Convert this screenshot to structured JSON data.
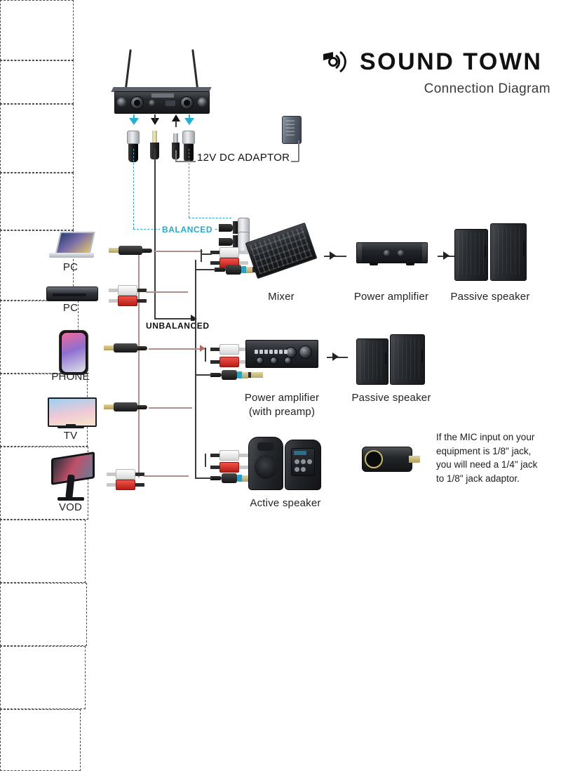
{
  "brand": {
    "name": "SOUND TOWN",
    "subtitle": "Connection Diagram",
    "logo_icon": "sound-waves-logo-icon"
  },
  "receiver": {
    "name": "wireless-microphone-receiver",
    "antenna_count": 2,
    "outputs": [
      "xlr-left",
      "trs-quarter-inch",
      "dc-input",
      "xlr-right"
    ]
  },
  "power": {
    "adaptor_label": "12V DC ADAPTOR",
    "adaptor_icon": "wall-power-adaptor-icon"
  },
  "signal_labels": {
    "balanced": "BALANCED",
    "balanced_color": "#2aa8c8",
    "unbalanced": "UNBALANCED",
    "unbalanced_color": "#111111"
  },
  "sources": [
    {
      "label": "PC",
      "icon": "laptop-icon",
      "cable": "3.5mm-trs-plug"
    },
    {
      "label": "PC",
      "icon": "dvd-player-icon",
      "cable": "rca-pair"
    },
    {
      "label": "PHONE",
      "icon": "smartphone-icon",
      "cable": "3.5mm-trs-plug"
    },
    {
      "label": "TV",
      "icon": "television-icon",
      "cable": "3.5mm-trs-plug"
    },
    {
      "label": "VOD",
      "icon": "vod-kiosk-icon",
      "cable": "rca-pair"
    }
  ],
  "chains": [
    {
      "id": "chain-balanced",
      "nodes": [
        {
          "label": "Mixer",
          "icon": "mixer-icon"
        },
        {
          "label": "Power amplifier",
          "icon": "rack-power-amplifier-icon"
        },
        {
          "label": "Passive speaker",
          "icon": "passive-speaker-pair-icon"
        }
      ],
      "input_connectors": [
        "xlr-male",
        "xlr-male",
        "rca-pair",
        "trs-quarter-inch"
      ]
    },
    {
      "id": "chain-preamp",
      "nodes": [
        {
          "label": "Power amplifier",
          "label_line2": "(with preamp)",
          "icon": "integrated-amplifier-icon"
        },
        {
          "label": "Passive speaker",
          "icon": "passive-speaker-pair-icon"
        }
      ],
      "input_connectors": [
        "rca-pair",
        "trs-quarter-inch"
      ]
    },
    {
      "id": "chain-active",
      "nodes": [
        {
          "label": "Active speaker",
          "icon": "active-speaker-pair-icon"
        }
      ],
      "input_connectors": [
        "rca-pair",
        "trs-quarter-inch"
      ]
    }
  ],
  "note": {
    "icon": "quarter-inch-to-eighth-inch-adaptor-icon",
    "lines": [
      "If the MIC input on your",
      "equipment is 1/8\" jack,",
      "you will need a 1/4\" jack",
      "to 1/8\" jack adaptor."
    ]
  }
}
